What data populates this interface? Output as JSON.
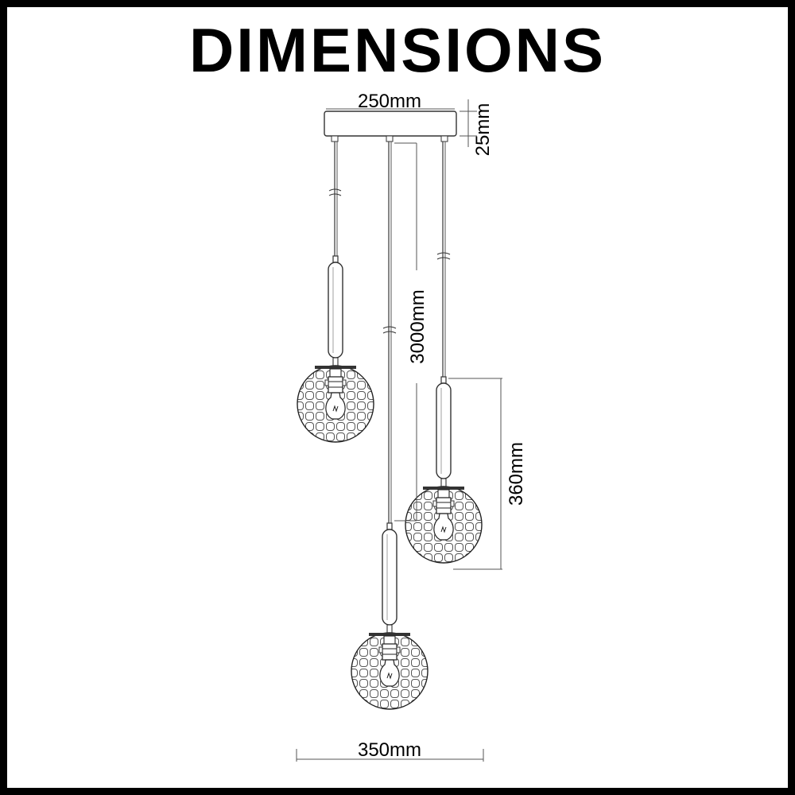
{
  "title": "DIMENSIONS",
  "dimensions": {
    "canopy_width": "250mm",
    "canopy_height": "25mm",
    "cable_length": "3000mm",
    "lamp_height": "360mm",
    "total_width": "350mm"
  }
}
